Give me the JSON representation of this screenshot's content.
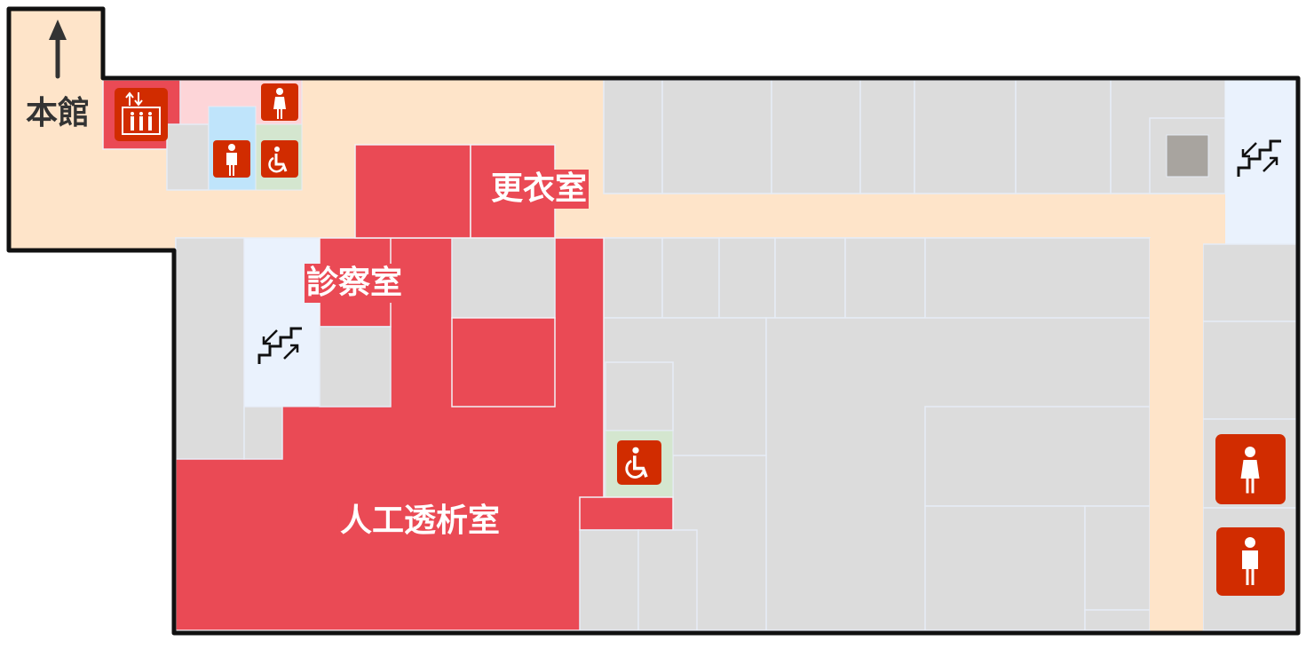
{
  "labels": {
    "main_building": "本館",
    "changing_room": "更衣室",
    "exam_room": "診察室",
    "dialysis_room": "人工透析室"
  },
  "icons": [
    "arrow-up-icon",
    "elevator-icon",
    "female-restroom-icon",
    "male-restroom-icon",
    "accessible-restroom-icon",
    "stairs-icon"
  ],
  "colors": {
    "highlight_room": "#ea4a55",
    "corridor": "#fee4c9",
    "other_room": "#dcdcdc",
    "stairs": "#eaf2fd",
    "restroom_icon": "#d12c00"
  }
}
